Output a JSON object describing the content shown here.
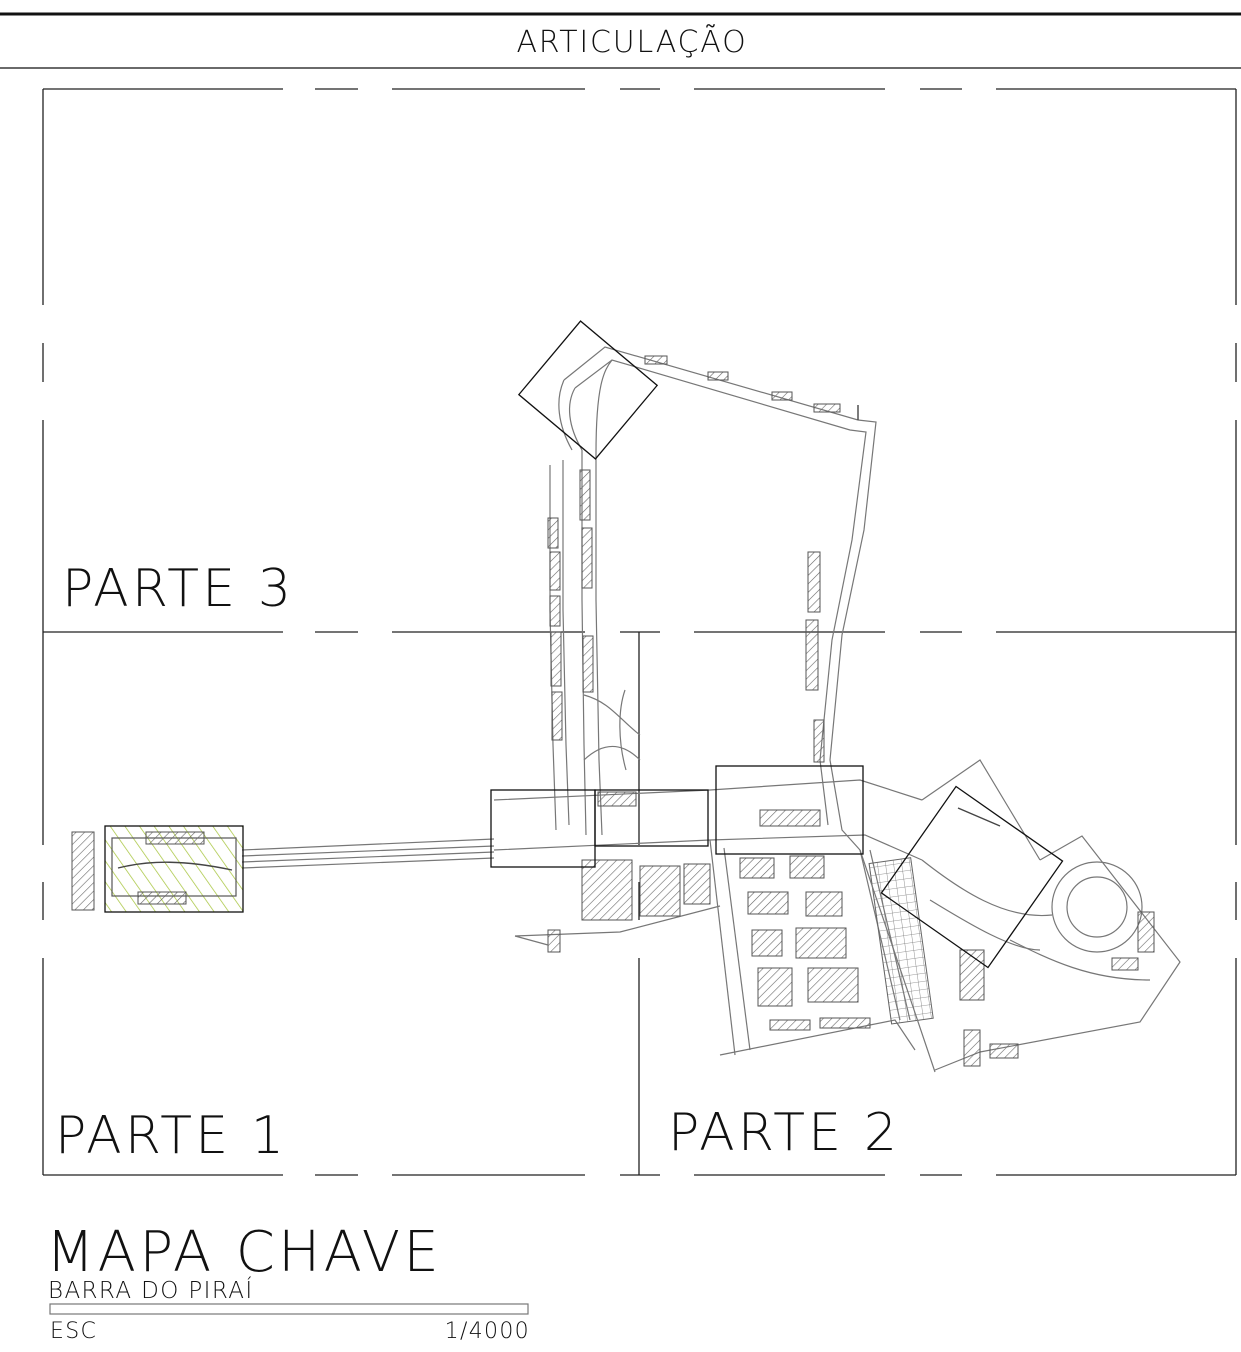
{
  "header": {
    "title": "ARTICULAÇÃO"
  },
  "sheet_labels": {
    "part3": "PARTE 3",
    "part1": "PARTE 1",
    "part2": "PARTE 2"
  },
  "legend": {
    "title": "MAPA CHAVE",
    "subtitle": "BARRA DO PIRAÍ",
    "scale_label": "ESC",
    "scale_value": "1/4000"
  },
  "colors": {
    "frame": "#111111",
    "road": "#777777",
    "hatch": "#666666",
    "highlight": "#a8c640"
  },
  "icons": {
    "map": "site-plan-drawing"
  }
}
